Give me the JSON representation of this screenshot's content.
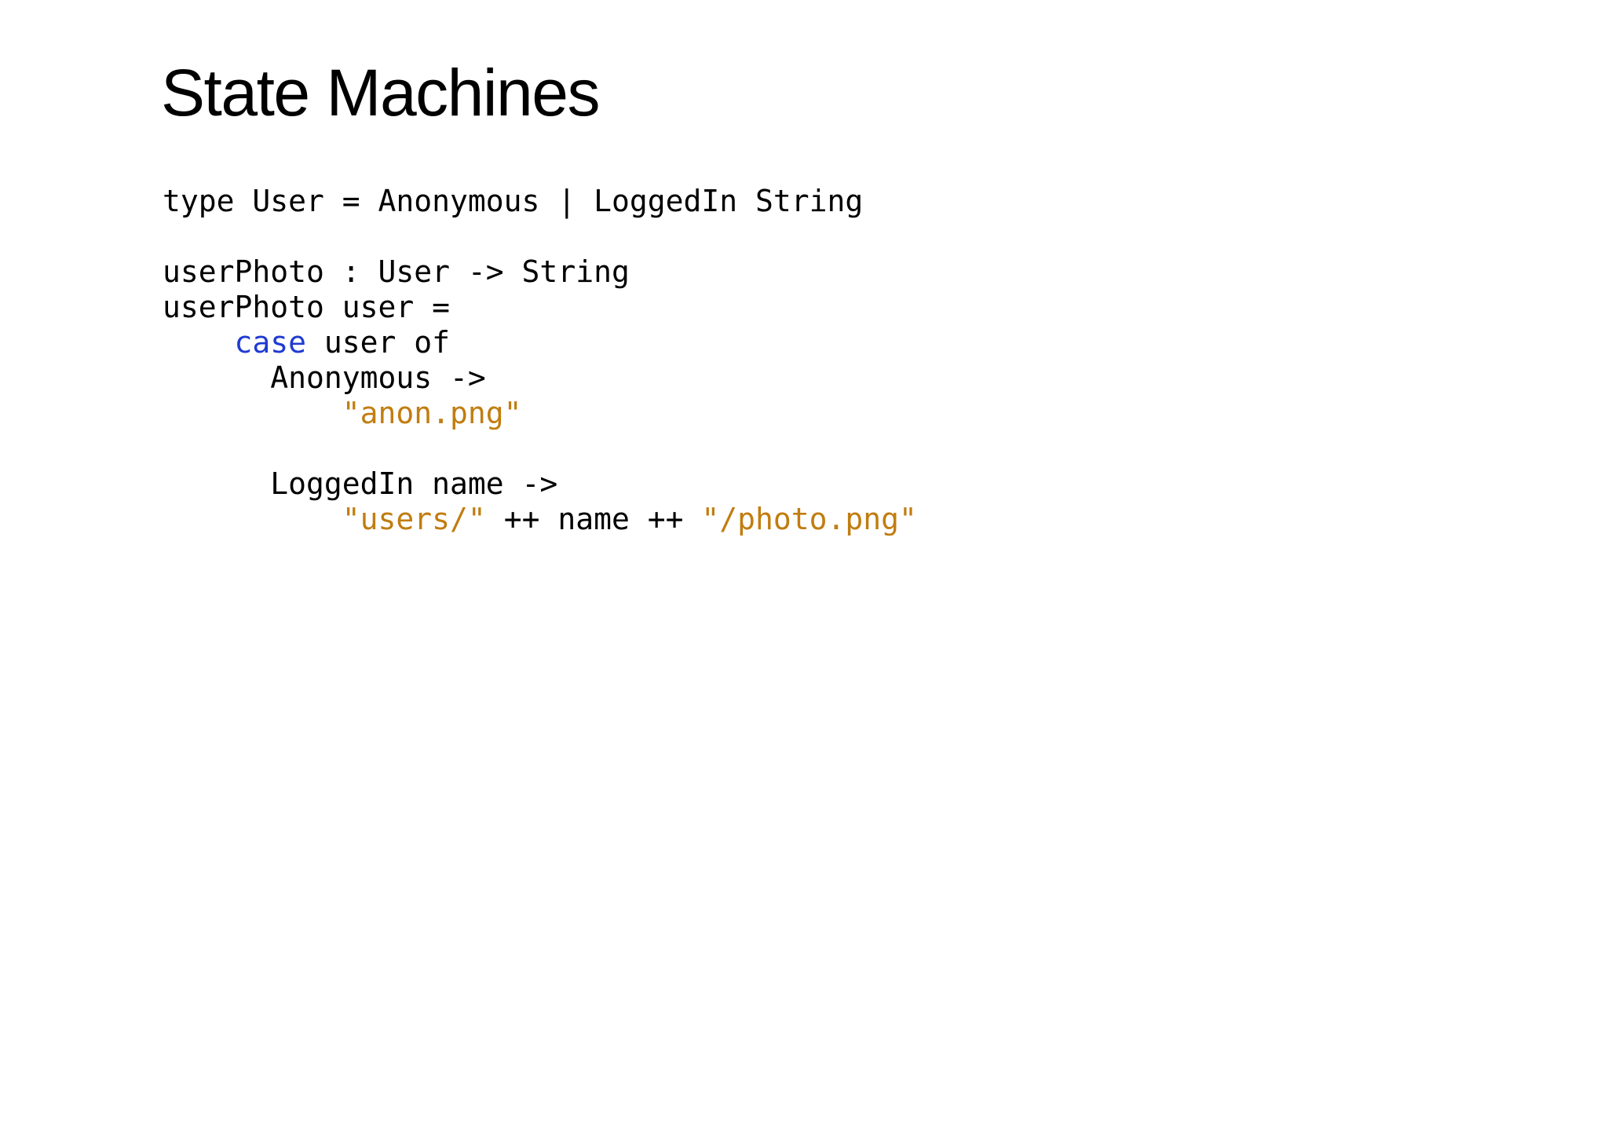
{
  "slide": {
    "title": "State Machines",
    "colors": {
      "background": "#ffffff",
      "text": "#000000",
      "keyword": "#1f3bd1",
      "string": "#c17d10"
    },
    "code": {
      "lines": [
        {
          "segments": [
            {
              "type": "plain",
              "text": "type User = Anonymous | LoggedIn String"
            }
          ]
        },
        {
          "segments": [
            {
              "type": "plain",
              "text": ""
            }
          ]
        },
        {
          "segments": [
            {
              "type": "plain",
              "text": "userPhoto : User -> String"
            }
          ]
        },
        {
          "segments": [
            {
              "type": "plain",
              "text": "userPhoto user ="
            }
          ]
        },
        {
          "segments": [
            {
              "type": "plain",
              "text": "    "
            },
            {
              "type": "keyword",
              "text": "case"
            },
            {
              "type": "plain",
              "text": " user of"
            }
          ]
        },
        {
          "segments": [
            {
              "type": "plain",
              "text": "      Anonymous ->"
            }
          ]
        },
        {
          "segments": [
            {
              "type": "plain",
              "text": "          "
            },
            {
              "type": "string",
              "text": "\"anon.png\""
            }
          ]
        },
        {
          "segments": [
            {
              "type": "plain",
              "text": ""
            }
          ]
        },
        {
          "segments": [
            {
              "type": "plain",
              "text": "      LoggedIn name ->"
            }
          ]
        },
        {
          "segments": [
            {
              "type": "plain",
              "text": "          "
            },
            {
              "type": "string",
              "text": "\"users/\""
            },
            {
              "type": "plain",
              "text": " ++ name ++ "
            },
            {
              "type": "string",
              "text": "\"/photo.png\""
            }
          ]
        }
      ]
    }
  }
}
